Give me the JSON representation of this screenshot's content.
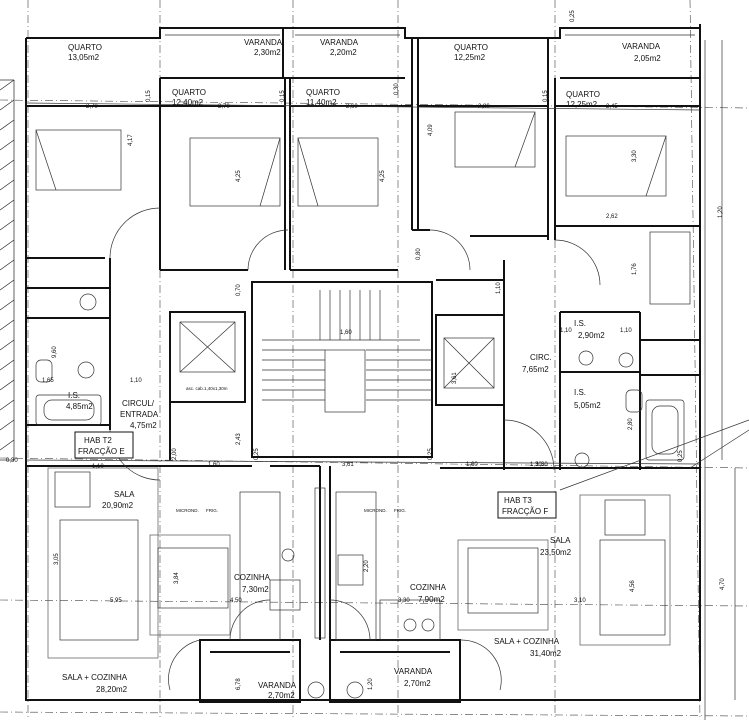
{
  "plan": {
    "rooms": [
      {
        "id": "q1",
        "name": "QUARTO",
        "area": "13,05m2"
      },
      {
        "id": "q2",
        "name": "QUARTO",
        "area": "12,40m2"
      },
      {
        "id": "q3",
        "name": "QUARTO",
        "area": "11,40m2"
      },
      {
        "id": "q4",
        "name": "QUARTO",
        "area": "12,25m2"
      },
      {
        "id": "q5",
        "name": "QUARTO",
        "area": "12,25m2"
      },
      {
        "id": "v1",
        "name": "VARANDA",
        "area": "2,30m2"
      },
      {
        "id": "v2",
        "name": "VARANDA",
        "area": "2,20m2"
      },
      {
        "id": "v3",
        "name": "VARANDA",
        "area": "2,05m2"
      },
      {
        "id": "v4",
        "name": "VARANDA",
        "area": "2,70m2"
      },
      {
        "id": "v5",
        "name": "VARANDA",
        "area": "2,70m2"
      },
      {
        "id": "is1",
        "name": "I.S.",
        "area": "4,85m2"
      },
      {
        "id": "is2",
        "name": "I.S.",
        "area": "2,90m2"
      },
      {
        "id": "is3",
        "name": "I.S.",
        "area": "5,05m2"
      },
      {
        "id": "circ1",
        "name": "CIRCUL/",
        "name2": "ENTRADA",
        "area": "4,75m2"
      },
      {
        "id": "circ2",
        "name": "CIRC.",
        "area": "7,65m2"
      },
      {
        "id": "sala1",
        "name": "SALA",
        "area": "20,90m2"
      },
      {
        "id": "sala2",
        "name": "SALA",
        "area": "23,50m2"
      },
      {
        "id": "coz1",
        "name": "COZINHA",
        "area": "7,30m2"
      },
      {
        "id": "coz2",
        "name": "COZINHA",
        "area": "7,90m2"
      },
      {
        "id": "sc1",
        "name": "SALA + COZINHA",
        "area": "28,20m2"
      },
      {
        "id": "sc2",
        "name": "SALA + COZINHA",
        "area": "31,40m2"
      }
    ],
    "tags": [
      {
        "id": "t2",
        "line1": "HAB T2",
        "line2": "FRACÇÃO E"
      },
      {
        "id": "t3",
        "line1": "HAB T3",
        "line2": "FRACÇÃO F"
      }
    ],
    "lift_note": "asc. cab.1,40x1,30m",
    "kitchen_small": [
      "MICROND.",
      "FRIG."
    ],
    "dimensions": [
      "0,30",
      "2,70",
      "0,15",
      "2,70",
      "0,15",
      "2,60",
      "0,30",
      "2,80",
      "0,15",
      "2,45",
      "4,17",
      "4,25",
      "4,25",
      "4,09",
      "3,30",
      "2,62",
      "1,76",
      "0,80",
      "0,70",
      "1,10",
      "1,10",
      "1,10",
      "1,60",
      "3,61",
      "1,60",
      "1,30",
      "1,10",
      "2,43",
      "1,65",
      "1,60",
      "3,61",
      "1,30",
      "1,10",
      "3,05",
      "5,95",
      "3,84",
      "4,50",
      "2,20",
      "3,30",
      "3,10",
      "4,56",
      "4,70",
      "6,78",
      "1,20",
      "1,20",
      "9,60",
      "2,80",
      "2,00",
      "0,25",
      "0,25",
      "0,25",
      "0,25",
      "0,10"
    ]
  }
}
